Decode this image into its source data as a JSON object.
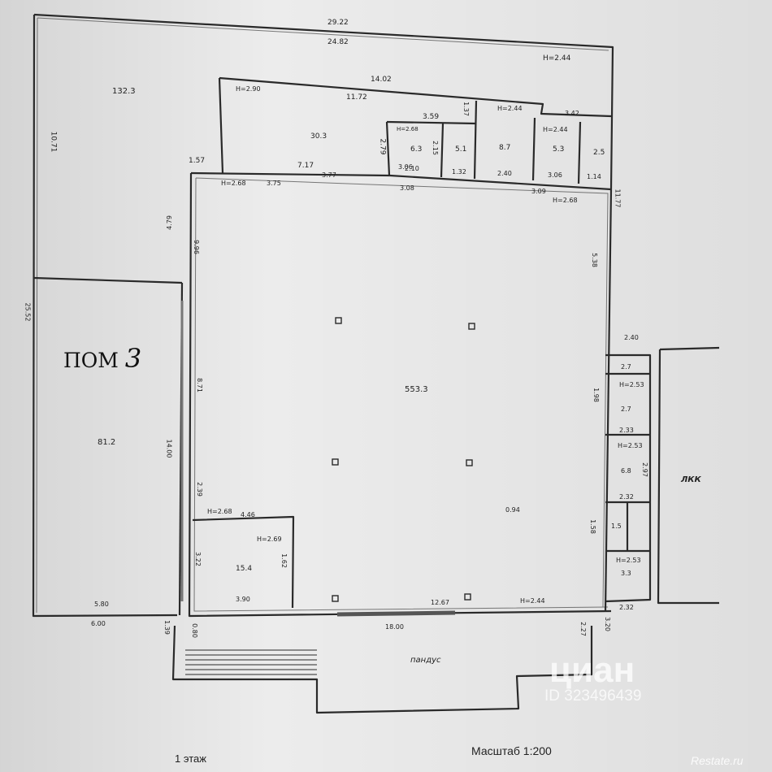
{
  "plan": {
    "room_label": "ПОМ",
    "room_number": "3",
    "floor": "1 этаж",
    "scale": "Масштаб 1:200",
    "porch": "пандус",
    "stair_label": "ЛКК",
    "areas": {
      "a1": "132.3",
      "a2": "81.2",
      "main": "553.3",
      "a3": "30.3",
      "a4": "6.3",
      "a5": "5.1",
      "a6": "8.7",
      "a7": "5.3",
      "a8": "2.5",
      "a9": "15.4",
      "s1": "2.7",
      "s2": "2.7",
      "s3": "6.8",
      "s4": "1.5",
      "s5": "3.3"
    },
    "heights": {
      "h1": "H=2.44",
      "h2": "H=2.90",
      "h3": "H=2.68",
      "h4": "H=2.68",
      "h5": "H=2.44",
      "h6": "H=2.44",
      "h7": "H=2.68",
      "h8": "H=2.69",
      "h9": "H=2.68",
      "h10": "H=2.53",
      "h11": "H=2.53",
      "h12": "H=2.53",
      "h13": "H=2.44"
    },
    "dims": {
      "d1": "29.22",
      "d2": "24.82",
      "d3": "14.02",
      "d4": "11.72",
      "d5": "10.71",
      "d6": "3.59",
      "d7": "3.06",
      "d8": "2.79",
      "d9": "1.57",
      "d10": "7.17",
      "d11": "2.15",
      "d12": "1.37",
      "d13": "2.40",
      "d14": "3.42",
      "d15": "3.06",
      "d16": "1.14",
      "d17": "3.75",
      "d18": "3.08",
      "d19": "3.09",
      "d20": "11.77",
      "d21": "4.79",
      "d22": "9.96",
      "d23": "25.52",
      "d24": "8.71",
      "d25": "14.00",
      "d26": "5.38",
      "d27": "2.40",
      "d28": "1.98",
      "d29": "2.33",
      "d30": "2.97",
      "d31": "2.32",
      "d32": "1.58",
      "d33": "0.94",
      "d34": "2.39",
      "d35": "4.46",
      "d36": "3.22",
      "d37": "1.62",
      "d38": "3.90",
      "d39": "12.67",
      "d40": "5.80",
      "d41": "6.00",
      "d42": "18.00",
      "d43": "1.39",
      "d44": "0.80",
      "d45": "2.27",
      "d46": "3.20",
      "d47": "2.32",
      "d48": "2.10",
      "d49": "1.32",
      "d50": "3.77"
    },
    "watermark": "циан",
    "watermark_id": "ID 323496439",
    "site": "Restate.ru"
  }
}
